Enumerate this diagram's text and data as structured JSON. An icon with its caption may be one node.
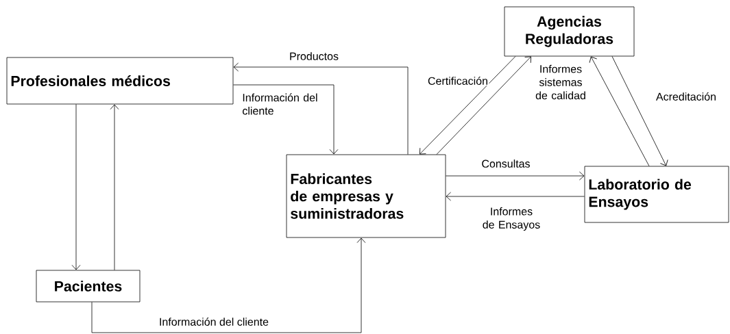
{
  "diagram": {
    "nodes": [
      {
        "text": [
          "Profesionales médicos"
        ]
      },
      {
        "text": [
          "Agencias Reguladoras"
        ]
      },
      {
        "text": [
          "Fabricantes de empresas y suministradoras"
        ]
      },
      {
        "text": [
          "Laboratorio de Ensayos"
        ]
      },
      {
        "text": [
          "Pacientes"
        ]
      }
    ],
    "edges": [
      {
        "from": 2,
        "to": 0,
        "arrow": "to",
        "label": "Productos"
      },
      {
        "from": 0,
        "to": 2,
        "arrow": "to",
        "label": "Información del cliente"
      },
      {
        "from": 1,
        "to": 2,
        "arrow": "to",
        "label": "Certificación"
      },
      {
        "from": 2,
        "to": 1,
        "arrow": "to",
        "label": "Informes sistemas de calidad"
      },
      {
        "from": 3,
        "to": 1,
        "arrow": "to"
      },
      {
        "from": 1,
        "to": 3,
        "arrow": "to",
        "label": "Acreditación"
      },
      {
        "from": 2,
        "to": 3,
        "arrow": "to",
        "label": "Consultas"
      },
      {
        "from": 3,
        "to": 2,
        "arrow": "to",
        "label": "Informes de Ensayos"
      },
      {
        "from": 0,
        "to": 4,
        "arrow": "to"
      },
      {
        "from": 4,
        "to": 0,
        "arrow": "to"
      },
      {
        "from": 4,
        "to": 2,
        "arrow": "to",
        "label": "Información del cliente"
      }
    ]
  }
}
